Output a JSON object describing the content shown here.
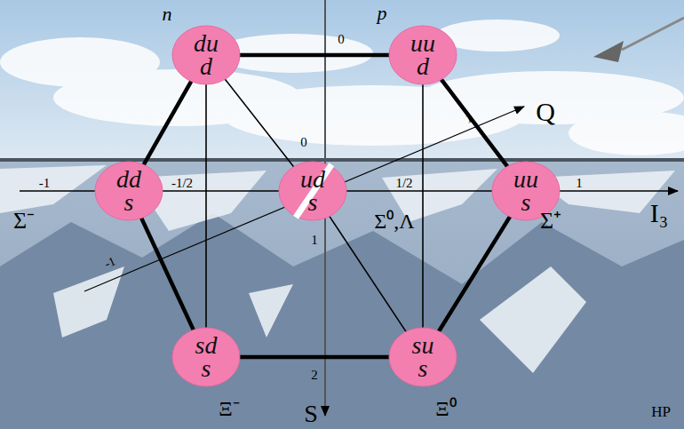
{
  "diagram": {
    "nodes": [
      {
        "text": [
          "du d",
          "n"
        ]
      },
      {
        "text": [
          "uu d",
          "p"
        ]
      },
      {
        "text": [
          "dd s",
          "Σ⁻"
        ]
      },
      {
        "text": [
          "ud s",
          "Σ⁰,Λ"
        ]
      },
      {
        "text": [
          "uu s",
          "Σ⁺"
        ]
      },
      {
        "text": [
          "sd s",
          "Ξ⁻"
        ]
      },
      {
        "text": [
          "su s",
          "Ξ⁰"
        ]
      }
    ],
    "edges": [
      {
        "from": 0,
        "to": 1,
        "arrow": "none"
      },
      {
        "from": 1,
        "to": 4,
        "arrow": "none"
      },
      {
        "from": 4,
        "to": 6,
        "arrow": "none"
      },
      {
        "from": 6,
        "to": 5,
        "arrow": "none"
      },
      {
        "from": 5,
        "to": 2,
        "arrow": "none"
      },
      {
        "from": 2,
        "to": 0,
        "arrow": "none"
      },
      {
        "from": 0,
        "to": 3,
        "arrow": "none"
      },
      {
        "from": 3,
        "to": 6,
        "arrow": "none"
      },
      {
        "from": 0,
        "to": 5,
        "arrow": "none"
      },
      {
        "from": 1,
        "to": 6,
        "arrow": "none"
      }
    ],
    "labels": [
      "-1",
      "-1/2",
      "1/2",
      "1",
      "0",
      "0",
      "1",
      "2",
      "Q",
      "I₃",
      "S",
      "1",
      "-1",
      "HP"
    ]
  }
}
